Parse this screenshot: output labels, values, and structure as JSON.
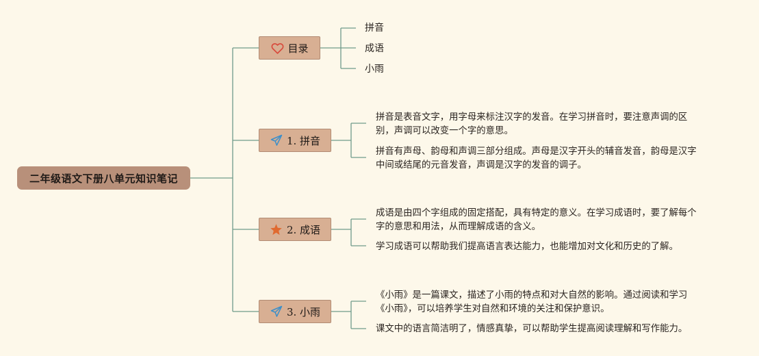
{
  "root": {
    "label": "二年级语文下册八单元知识笔记"
  },
  "colors": {
    "background": "#fdf8ea",
    "root_fill": "#b8907a",
    "branch_fill": "#d8af93",
    "line": "#6f9a8a",
    "heart": "#d84a3c",
    "star": "#e06a30",
    "plane": "#3d8fc9"
  },
  "branches": [
    {
      "label": "目录",
      "icon": "heart-icon",
      "items": [
        "拼音",
        "成语",
        "小雨"
      ]
    },
    {
      "label": "1. 拼音",
      "icon": "paper-plane-icon",
      "notes": [
        [
          "拼音是表音文字，用字母来标注汉字的发音。在学习拼音时，要注意声调的区",
          "别，声调可以改变一个字的意思。"
        ],
        [
          "拼音有声母、韵母和声调三部分组成。声母是汉字开头的辅音发音，韵母是汉字",
          "中间或结尾的元音发音，声调是汉字的发音的调子。"
        ]
      ]
    },
    {
      "label": "2. 成语",
      "icon": "star-icon",
      "notes": [
        [
          "成语是由四个字组成的固定搭配，具有特定的意义。在学习成语时，要了解每个",
          "字的意思和用法，从而理解成语的含义。"
        ],
        [
          "学习成语可以帮助我们提高语言表达能力，也能增加对文化和历史的了解。"
        ]
      ]
    },
    {
      "label": "3. 小雨",
      "icon": "paper-plane-icon",
      "notes": [
        [
          "《小雨》是一篇课文，描述了小雨的特点和对大自然的影响。通过阅读和学习",
          "《小雨》，可以培养学生对自然和环境的关注和保护意识。"
        ],
        [
          "课文中的语言简洁明了，情感真挚，可以帮助学生提高阅读理解和写作能力。"
        ]
      ]
    }
  ]
}
